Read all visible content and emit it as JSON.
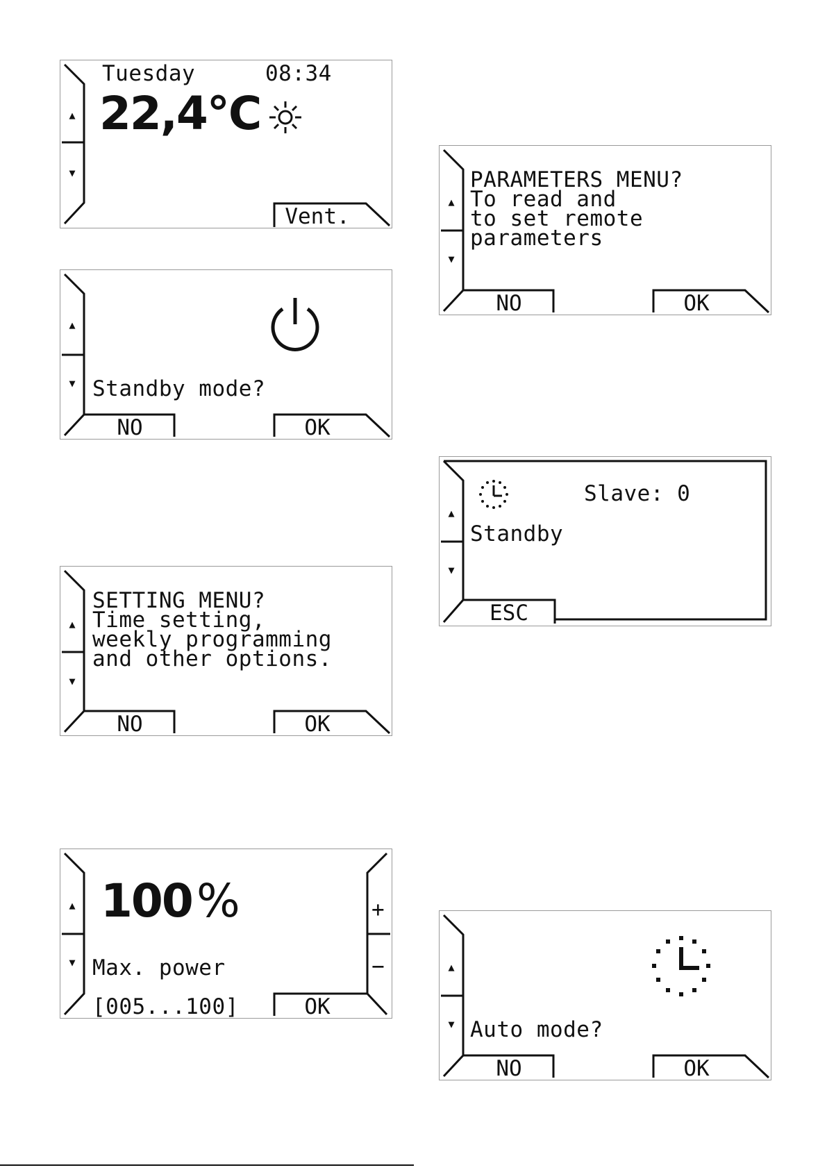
{
  "screens": {
    "home": {
      "day": "Tuesday",
      "time": "08:34",
      "temperature": "22,4°C",
      "weather_icon": "sun-icon",
      "soft_key_right": "Vent."
    },
    "standby": {
      "icon": "power-icon",
      "prompt": "Standby mode?",
      "soft_key_left": "NO",
      "soft_key_right": "OK"
    },
    "setting_menu": {
      "lines": [
        "SETTING MENU?",
        "Time setting,",
        "weekly programming",
        "and other options."
      ],
      "soft_key_left": "NO",
      "soft_key_right": "OK"
    },
    "max_power": {
      "value": "100",
      "unit": "%",
      "label": "Max. power",
      "range": "[005...100]",
      "plus": "+",
      "minus": "−",
      "soft_key_right": "OK"
    },
    "parameters_menu": {
      "lines": [
        "PARAMETERS MENU?",
        "To read and",
        "to set remote",
        "parameters"
      ],
      "soft_key_left": "NO",
      "soft_key_right": "OK"
    },
    "slave_status": {
      "icon": "clock-icon",
      "slave_label": "Slave: 0",
      "status": "Standby",
      "soft_key_left": "ESC"
    },
    "auto_mode": {
      "icon": "clock-icon",
      "prompt": "Auto mode?",
      "soft_key_left": "NO",
      "soft_key_right": "OK"
    }
  },
  "arrows": {
    "up": "▲",
    "down": "▼"
  }
}
